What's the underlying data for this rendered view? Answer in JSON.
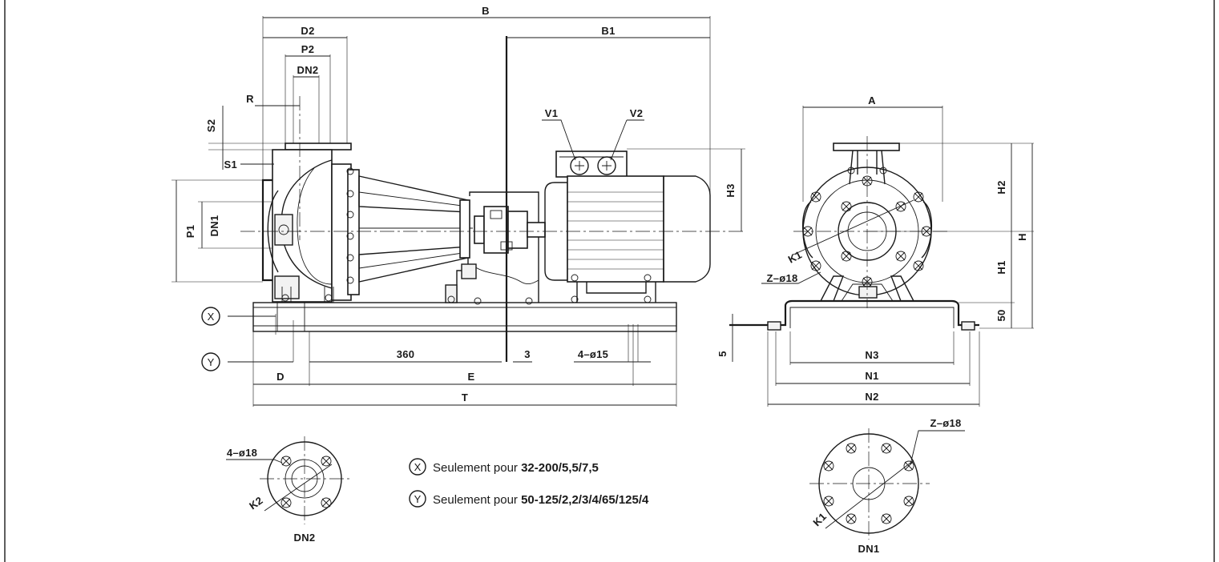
{
  "labels": {
    "B": "B",
    "B1": "B1",
    "D2": "D2",
    "P2": "P2",
    "DN2_top": "DN2",
    "R": "R",
    "S2": "S2",
    "S1": "S1",
    "P1": "P1",
    "DN1_side": "DN1",
    "V1": "V1",
    "V2": "V2",
    "H3": "H3",
    "A": "A",
    "H2": "H2",
    "H": "H",
    "H1": "H1",
    "K1_front": "K1",
    "Z18_front": "Z–ø18",
    "dim50": "50",
    "dim5": "5",
    "dim360": "360",
    "dim3": "3",
    "holes15": "4–ø15",
    "D": "D",
    "E": "E",
    "T": "T",
    "N3": "N3",
    "N1": "N1",
    "N2": "N2",
    "holes18_small": "4–ø18",
    "K2": "K2",
    "DN2_bottom": "DN2",
    "Z18_flange": "Z–ø18",
    "K1_flange": "K1",
    "DN1_bottom": "DN1",
    "marker_X": "X",
    "marker_Y": "Y"
  },
  "legend": [
    {
      "marker": "X",
      "text": "Seulement pour ",
      "bold": "32-200/5,5/7,5"
    },
    {
      "marker": "Y",
      "text": "Seulement pour ",
      "bold": "50-125/2,2/3/4/65/125/4"
    }
  ]
}
